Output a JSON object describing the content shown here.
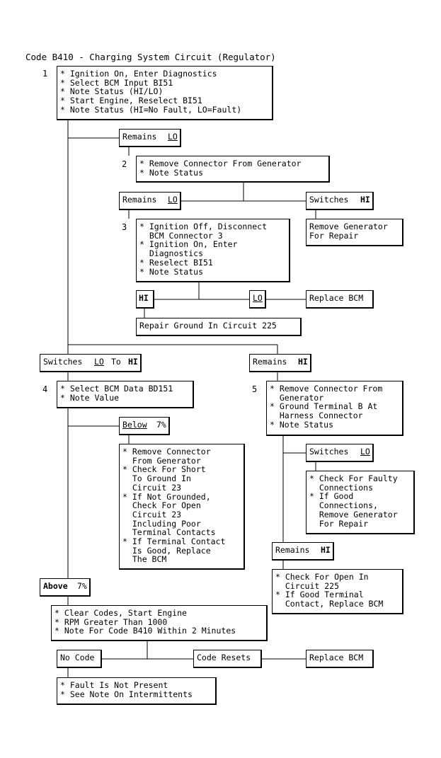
{
  "title": "Code B410 - Charging System Circuit (Regulator)",
  "steps": {
    "s1": "1",
    "s2": "2",
    "s3": "3",
    "s4": "4",
    "s5": "5"
  },
  "boxes": {
    "step1": "* Ignition On, Enter Diagnostics\n* Select BCM Input BI51\n* Note Status (HI/LO)\n* Start Engine, Reselect BI51\n* Note Status (HI=No Fault, LO=Fault)",
    "step2": "* Remove Connector From Generator\n* Note Status",
    "step3": "* Ignition Off, Disconnect\n  BCM Connector 3\n* Ignition On, Enter\n  Diagnostics\n* Reselect BI51\n* Note Status",
    "remove_generator": "Remove Generator\nFor Repair",
    "replace_bcm_1": "Replace BCM",
    "repair_ground": "Repair Ground In Circuit 225",
    "step4": "* Select BCM Data BD151\n* Note Value",
    "below_action": "* Remove Connector\n  From Generator\n* Check For Short\n  To Ground In\n  Circuit 23\n* If Not Grounded,\n  Check For Open\n  Circuit 23\n  Including Poor\n  Terminal Contacts\n* If Terminal Contact\n  Is Good, Replace\n  The BCM",
    "step5": "* Remove Connector From\n  Generator\n* Ground Terminal B At\n  Harness Connector\n* Note Status",
    "faulty_connections": "* Check For Faulty\n  Connections\n* If Good\n  Connections,\n  Remove Generator\n  For Repair",
    "open_circuit": "* Check For Open In\n  Circuit 225\n* If Good Terminal\n  Contact, Replace BCM",
    "clear_codes": "* Clear Codes, Start Engine\n* RPM Greater Than 1000\n* Note For Code B410 Within 2 Minutes",
    "no_code": "No Code",
    "code_resets": "Code Resets",
    "replace_bcm_2": "Replace BCM",
    "fault_not_present": "* Fault Is Not Present\n* See Note On Intermittents"
  },
  "labels": {
    "remains": "Remains",
    "lo": "LO",
    "hi": "HI",
    "switches": "Switches",
    "to": "To",
    "below": "Below",
    "seven_pct": "7%",
    "above": "Above"
  }
}
